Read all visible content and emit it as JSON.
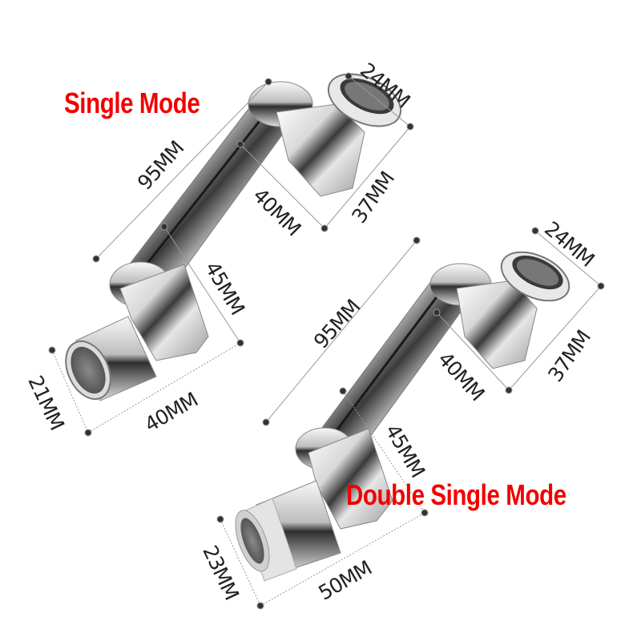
{
  "labels": {
    "single_mode": "Single Mode",
    "double_mode": "Double Single Mode"
  },
  "colors": {
    "label_red": "#f20000",
    "dimension_text": "#222222",
    "chrome_light": "#f2f2f2",
    "chrome_dark": "#2a2a2a"
  },
  "single": {
    "dims": {
      "top_width": "24MM",
      "elbow_height": "37MM",
      "arm_length": "95MM",
      "joint_offset": "40MM",
      "lower_height": "45MM",
      "aerator_diameter": "21MM",
      "aerator_length": "40MM"
    }
  },
  "double": {
    "dims": {
      "top_width": "24MM",
      "elbow_height": "37MM",
      "arm_length": "95MM",
      "joint_offset": "40MM",
      "lower_height": "45MM",
      "aerator_diameter": "23MM",
      "aerator_length": "50MM"
    }
  }
}
